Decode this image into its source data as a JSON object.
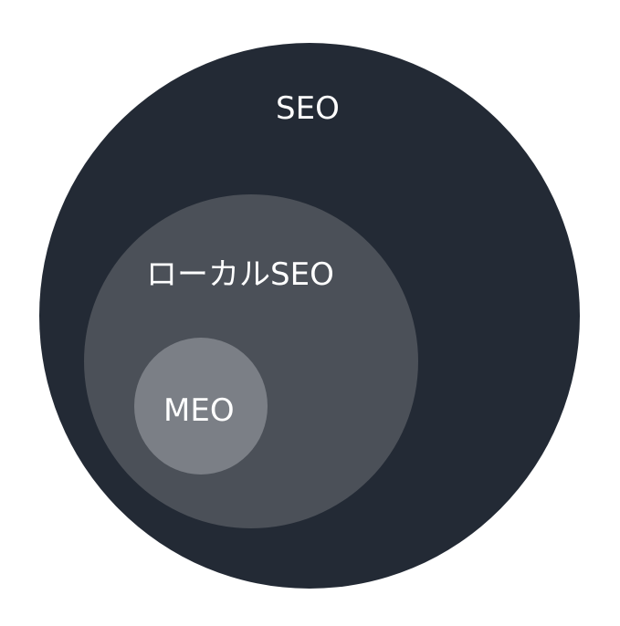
{
  "diagram": {
    "type": "nested-circles",
    "colors": {
      "background": "#ffffff",
      "outer": "#232a35",
      "middle": "#4b5058",
      "inner": "#7b7f86",
      "text": "#ffffff"
    },
    "circles": [
      {
        "id": "seo",
        "label": "SEO"
      },
      {
        "id": "local-seo",
        "label": "ローカルSEO"
      },
      {
        "id": "meo",
        "label": "MEO"
      }
    ]
  }
}
